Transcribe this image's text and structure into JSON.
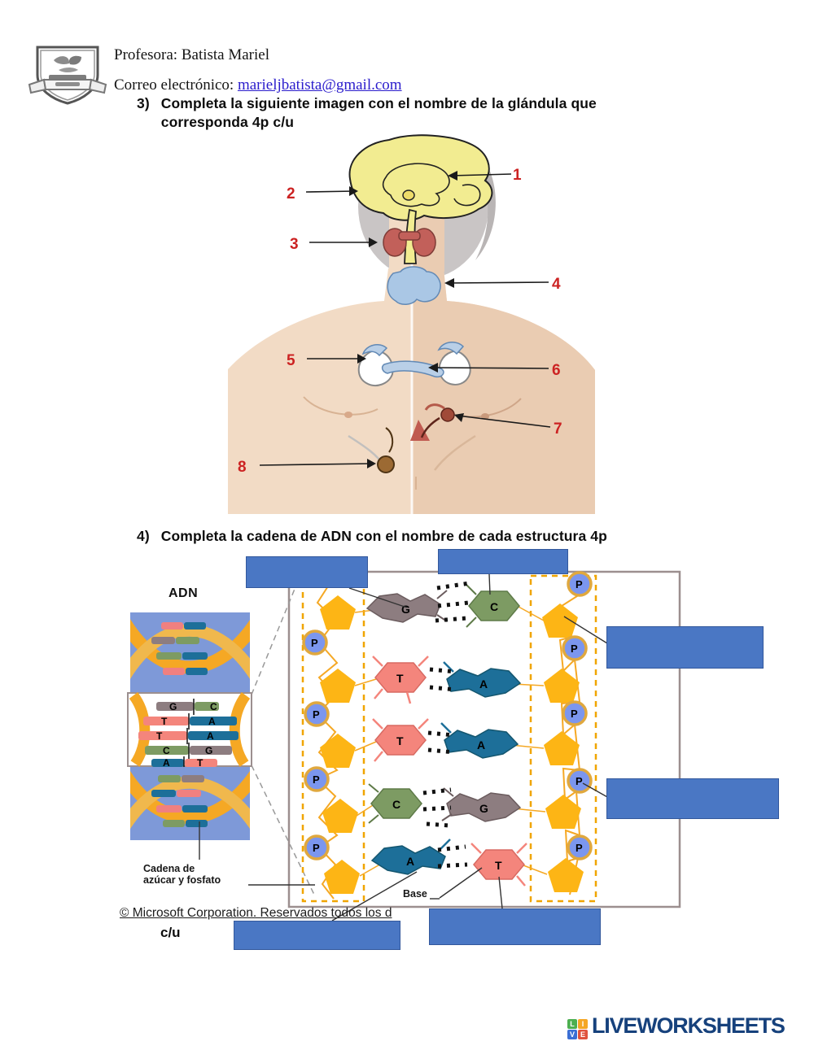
{
  "header": {
    "teacher": "Profesora: Batista Mariel",
    "email_label": "Correo electrónico: ",
    "email": "marieljbatista@gmail.com"
  },
  "q3": {
    "number": "3)",
    "text": "Completa la siguiente imagen con el nombre de la glándula que corresponda 4p c/u",
    "figure_numbers": [
      "1",
      "2",
      "3",
      "4",
      "5",
      "6",
      "7",
      "8"
    ]
  },
  "q4": {
    "number": "4)",
    "text": "Completa la cadena de ADN con el nombre de cada estructura 4p",
    "points_suffix": "c/u",
    "helix": {
      "title": "ADN",
      "left": [
        "G",
        "T",
        "T",
        "C",
        "A"
      ],
      "right": [
        "C",
        "A",
        "A",
        "G",
        "T"
      ]
    },
    "diagram": {
      "left_bases": [
        "G",
        "T",
        "T",
        "C",
        "A"
      ],
      "right_bases": [
        "C",
        "A",
        "A",
        "G",
        "T"
      ],
      "phosphate": "P"
    },
    "labels": {
      "sugar_phosphate_line1": "Cadena de",
      "sugar_phosphate_line2": "azúcar y fosfato",
      "base": "Base"
    },
    "copyright": "© Microsoft Corporation. Reservados todos los d",
    "answer_boxes": [
      "",
      "",
      "",
      "",
      "",
      ""
    ]
  },
  "footer": {
    "brand": "LIVEWORKSHEETS",
    "logo_letters": [
      "L",
      "I",
      "V",
      "E"
    ]
  },
  "colors": {
    "answer_box_blue": "#4a77c4",
    "number_red": "#cc2222",
    "link_blue": "#2a1ccc",
    "base_g_gray": "#8d7d80",
    "base_c_green": "#7d9b63",
    "base_t_pink": "#f4857c",
    "base_a_teal": "#1d6f99",
    "sugar_orange": "#fdb515",
    "phosphate_blue": "#7b96ee",
    "brand_navy": "#16417c"
  }
}
